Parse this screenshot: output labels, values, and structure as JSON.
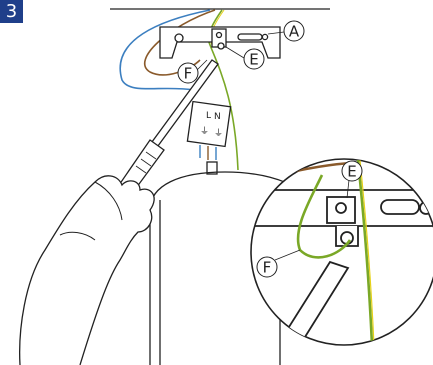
{
  "step_number": "3",
  "callouts": {
    "a": "A",
    "e_main": "E",
    "f_main": "F",
    "e_detail": "E",
    "f_detail": "F"
  },
  "terminal_labels": [
    "L",
    "N",
    "⏚",
    "⏚"
  ],
  "colors": {
    "badge": "#1f3f8a",
    "line": "#222222",
    "wire_blue": "#3c7fc0",
    "wire_brown": "#8a5a2b",
    "wire_green": "#7aa827",
    "wire_yellow": "#e6d21a"
  }
}
